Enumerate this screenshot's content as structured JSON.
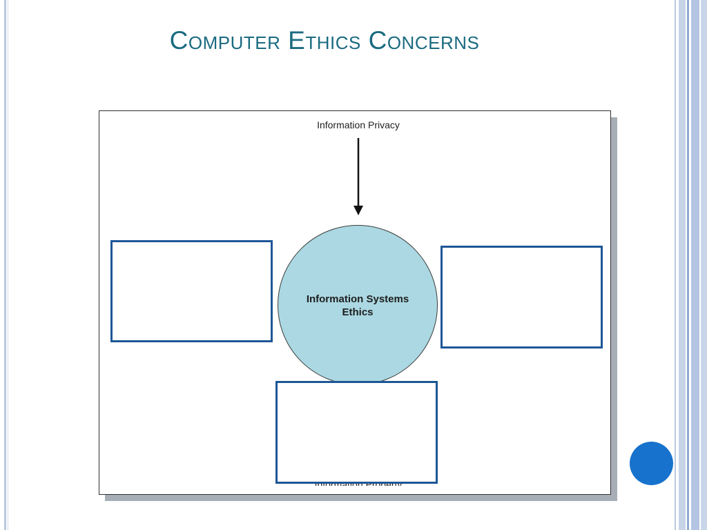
{
  "slide": {
    "title": "Computer Ethics Concerns"
  },
  "diagram": {
    "top_label": "Information Privacy",
    "center_label_line1": "Information Systems",
    "center_label_line2": "Ethics",
    "bottom_label": "Information Property",
    "colors": {
      "circle_fill": "#abd8e2",
      "box_border": "#1d5696",
      "title": "#1a6a80",
      "page_dot": "#1672cc"
    }
  }
}
